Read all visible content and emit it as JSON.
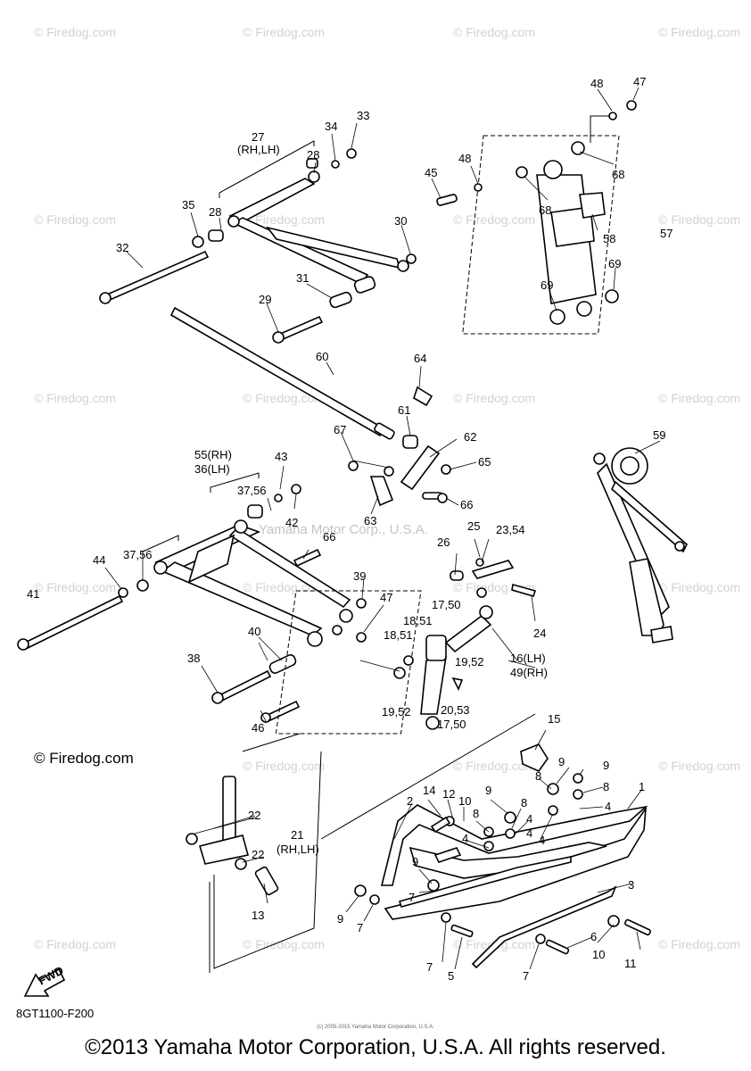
{
  "watermarks": {
    "firedog": "© Firedog.com",
    "yamaha": "Yamaha Motor Corp., U.S.A."
  },
  "side_mark": "© Firedog.com",
  "fwd_label": "FWD",
  "diagram_code": "8GT1100-F200",
  "tiny_credit": "(c) 2005-2015 Yamaha Motor Corporation, U.S.A.",
  "copyright": "©2013 Yamaha Motor Corporation, U.S.A. All rights reserved.",
  "part_labels": {
    "p1": "1",
    "p2": "2",
    "p3": "3",
    "p4a": "4",
    "p4b": "4",
    "p4c": "4",
    "p4d": "4",
    "p4e": "4",
    "p5": "5",
    "p6": "6",
    "p7a": "7",
    "p7b": "7",
    "p7c": "7",
    "p7d": "7",
    "p8a": "8",
    "p8b": "8",
    "p8c": "8",
    "p8d": "8",
    "p9a": "9",
    "p9b": "9",
    "p9c": "9",
    "p9d": "9",
    "p9e": "9",
    "p10a": "10",
    "p10b": "10",
    "p11": "11",
    "p12": "12",
    "p13": "13",
    "p14": "14",
    "p15": "15",
    "p16": "16(LH)",
    "p49": "49(RH)",
    "p1751a": "17,50",
    "p1751b": "17,50",
    "p1851a": "18,51",
    "p1851b": "18,51",
    "p1952a": "19,52",
    "p1952b": "19,52",
    "p2053": "20,53",
    "p21": "21",
    "p21sub": "(RH,LH)",
    "p22a": "22",
    "p22b": "22",
    "p2354": "23,54",
    "p24": "24",
    "p25": "25",
    "p26": "26",
    "p27": "27",
    "p27sub": "(RH,LH)",
    "p28a": "28",
    "p28b": "28",
    "p29": "29",
    "p30": "30",
    "p31": "31",
    "p32": "32",
    "p33": "33",
    "p34": "34",
    "p35": "35",
    "p55": "55(RH)",
    "p36": "36(LH)",
    "p3756a": "37,56",
    "p3756b": "37,56",
    "p38": "38",
    "p39": "39",
    "p40": "40",
    "p41": "41",
    "p42": "42",
    "p43": "43",
    "p44": "44",
    "p45": "45",
    "p46": "46",
    "p47a": "47",
    "p47b": "47",
    "p48a": "48",
    "p48b": "48",
    "p57": "57",
    "p58": "58",
    "p59": "59",
    "p60": "60",
    "p61": "61",
    "p62": "62",
    "p63": "63",
    "p64": "64",
    "p65": "65",
    "p66a": "66",
    "p66b": "66",
    "p67": "67",
    "p68a": "68",
    "p68b": "68",
    "p69a": "69",
    "p69b": "69"
  }
}
